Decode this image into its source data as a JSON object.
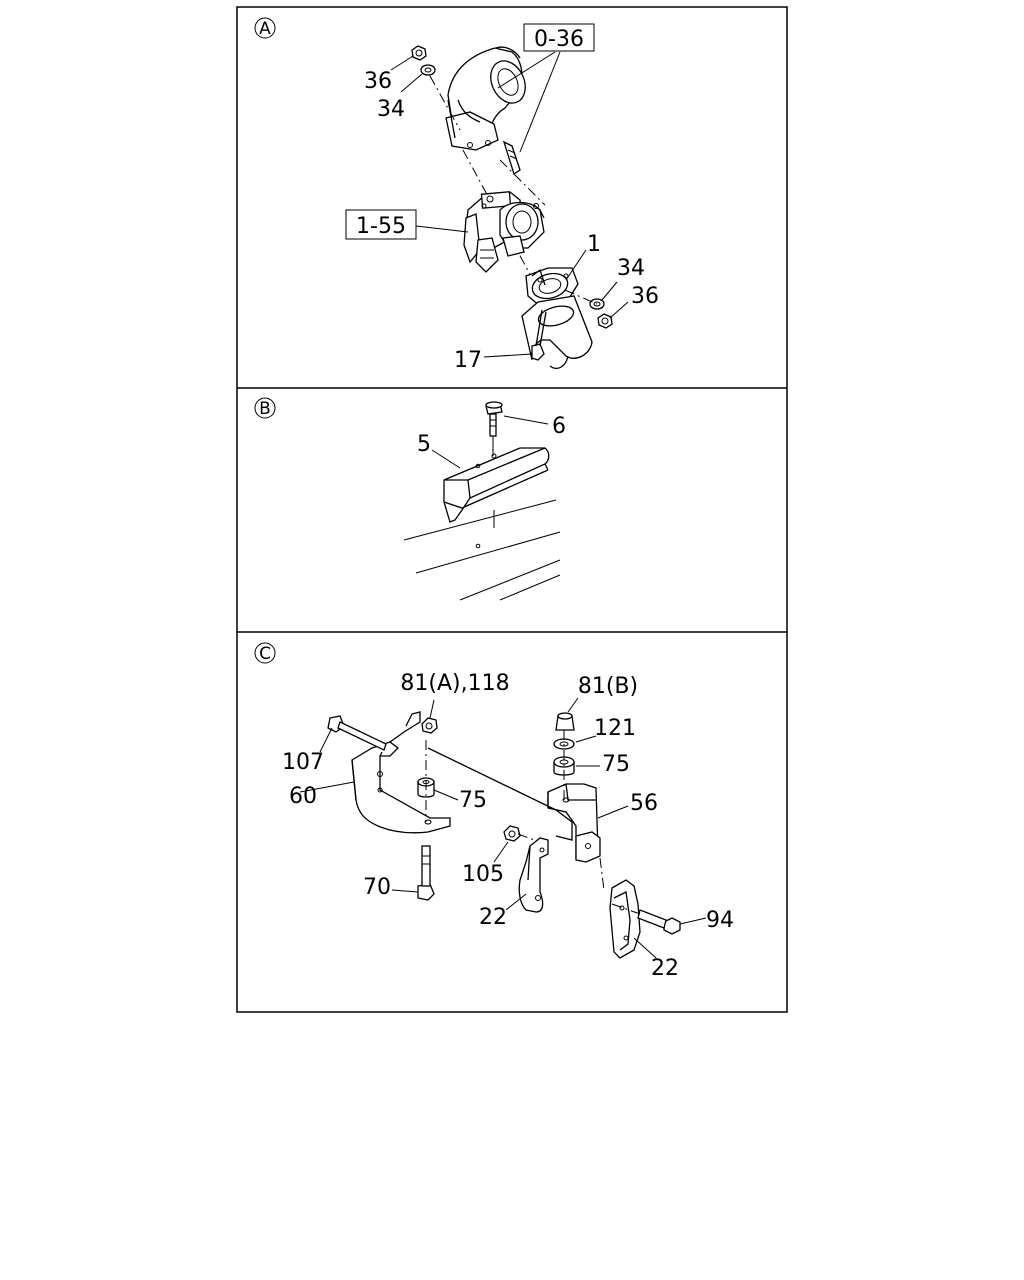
{
  "sections": [
    {
      "marker": "A",
      "labels": {
        "ref_0_36": "0-36",
        "ref_1_55": "1-55",
        "nut_36_top": "36",
        "washer_34_top": "34",
        "part_1": "1",
        "washer_34_right": "34",
        "nut_36_right": "36",
        "bolt_17": "17"
      }
    },
    {
      "marker": "B",
      "labels": {
        "bolt_6": "6",
        "plate_5": "5"
      }
    },
    {
      "marker": "C",
      "labels": {
        "nut_81a_118": "81(A),118",
        "nut_81b": "81(B)",
        "washer_121": "121",
        "rubber_75_right": "75",
        "bolt_107": "107",
        "bracket_60": "60",
        "rubber_75_left": "75",
        "bracket_56": "56",
        "nut_105": "105",
        "bolt_70": "70",
        "clamp_22_left": "22",
        "bolt_94": "94",
        "clamp_22_right": "22"
      }
    }
  ]
}
